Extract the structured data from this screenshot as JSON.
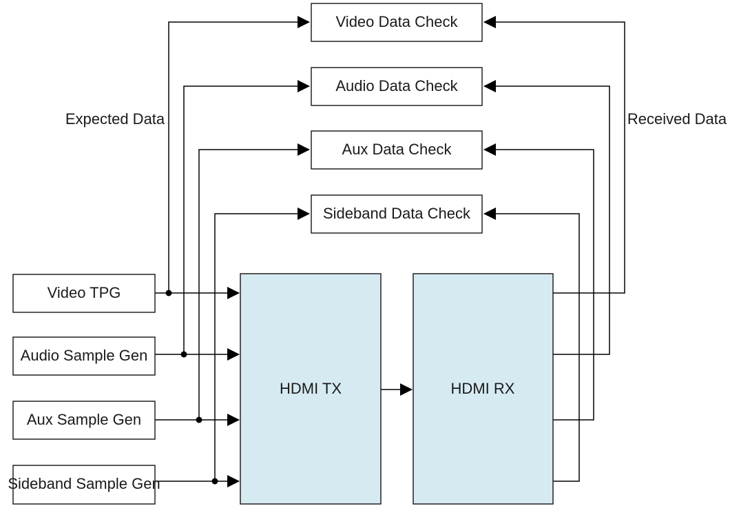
{
  "colors": {
    "line": "#000000",
    "box_border": "#222222",
    "box_fill": "#ffffff",
    "core_fill": "#d6eaf2",
    "text": "#1a1a1a"
  },
  "generators": [
    {
      "label": "Video TPG"
    },
    {
      "label": "Audio Sample Gen"
    },
    {
      "label": "Aux Sample Gen"
    },
    {
      "label": "Sideband Sample Gen"
    }
  ],
  "checkers": [
    {
      "label": "Video Data Check"
    },
    {
      "label": "Audio Data Check"
    },
    {
      "label": "Aux Data Check"
    },
    {
      "label": "Sideband Data Check"
    }
  ],
  "core": {
    "tx_label": "HDMI TX",
    "rx_label": "HDMI RX"
  },
  "annotations": {
    "expected": "Expected Data",
    "received": "Received Data"
  }
}
